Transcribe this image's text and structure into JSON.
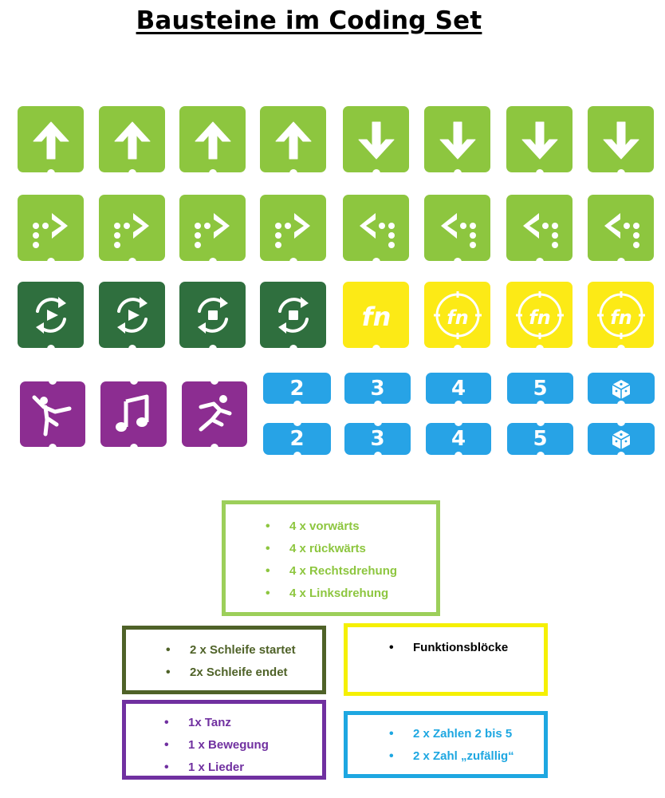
{
  "title": "Bausteine im Coding Set",
  "colors": {
    "green": "#8dc63f",
    "dark_green": "#2f6f3e",
    "yellow": "#fcea16",
    "purple": "#8c2d91",
    "blue": "#27a3e6"
  },
  "tiles": {
    "forward_icon": "arrow-up-icon",
    "backward_icon": "arrow-down-icon",
    "turn_right_icon": "turn-right-icon",
    "turn_left_icon": "turn-left-icon",
    "loop_start_icon": "loop-start-icon",
    "loop_end_icon": "loop-end-icon",
    "function_icon": "function-icon",
    "dance_icon": "dancer-icon",
    "music_icon": "music-note-icon",
    "move_icon": "runner-icon",
    "random_icon": "dice-icon",
    "numbers": [
      "2",
      "3",
      "4",
      "5"
    ],
    "numbers_row2": [
      "2",
      "3",
      "4",
      "5"
    ]
  },
  "legend": {
    "green": [
      "4 x vorwärts",
      "4 x rückwärts",
      "4 x Rechtsdrehung",
      "4 x Linksdrehung"
    ],
    "dark_green": [
      "2 x Schleife startet",
      "2x Schleife endet"
    ],
    "yellow": [
      "Funktionsblöcke"
    ],
    "purple": [
      "1x Tanz",
      "1 x Bewegung",
      "1 x Lieder"
    ],
    "blue": [
      "2 x Zahlen 2 bis 5",
      "2 x Zahl „zufällig“"
    ]
  }
}
